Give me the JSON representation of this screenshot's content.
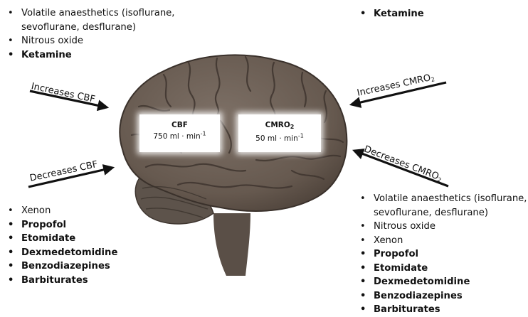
{
  "top_left_list": {
    "items": [
      {
        "text": "Volatile anaesthetics (isoflurane,",
        "bold": false
      },
      {
        "text": "sevoflurane, desflurane)",
        "bold": false,
        "continuation": true
      },
      {
        "text": "Nitrous oxide",
        "bold": false
      },
      {
        "text": "Ketamine",
        "bold": true
      }
    ]
  },
  "top_right_list": {
    "items": [
      {
        "text": "Ketamine",
        "bold": true
      }
    ]
  },
  "arrows": {
    "increases_cbf": "Increases CBF",
    "decreases_cbf": "Decreases CBF",
    "increases_cmro2_prefix": "Increases CMRO",
    "decreases_cmro2_prefix": "Decreases CMRO",
    "subscript": "2"
  },
  "brain": {
    "cbf_box": {
      "title": "CBF",
      "value": "750 ml · min",
      "exponent": "-1"
    },
    "cmro2_box": {
      "title_prefix": "CMRO",
      "title_sub": "2",
      "value": "50 ml · min",
      "exponent": "-1"
    }
  },
  "bottom_left_list": {
    "items": [
      {
        "text": "Xenon",
        "bold": false
      },
      {
        "text": "Propofol",
        "bold": true
      },
      {
        "text": "Etomidate",
        "bold": true
      },
      {
        "text": "Dexmedetomidine",
        "bold": true
      },
      {
        "text": "Benzodiazepines",
        "bold": true
      },
      {
        "text": "Barbiturates",
        "bold": true
      }
    ]
  },
  "bottom_right_list": {
    "items": [
      {
        "text": "Volatile anaesthetics (isoflurane,",
        "bold": false
      },
      {
        "text": "sevoflurane, desflurane)",
        "bold": false,
        "continuation": true
      },
      {
        "text": "Nitrous oxide",
        "bold": false
      },
      {
        "text": "Xenon",
        "bold": false
      },
      {
        "text": "Propofol",
        "bold": true
      },
      {
        "text": "Etomidate",
        "bold": true
      },
      {
        "text": "Dexmedetomidine",
        "bold": true
      },
      {
        "text": "Benzodiazepines",
        "bold": true
      },
      {
        "text": "Barbiturates",
        "bold": true
      }
    ]
  },
  "colors": {
    "brain_fill": "#6e6259",
    "brain_dark": "#463c35",
    "cerebellum": "#5c524a",
    "arrow": "#111111"
  }
}
